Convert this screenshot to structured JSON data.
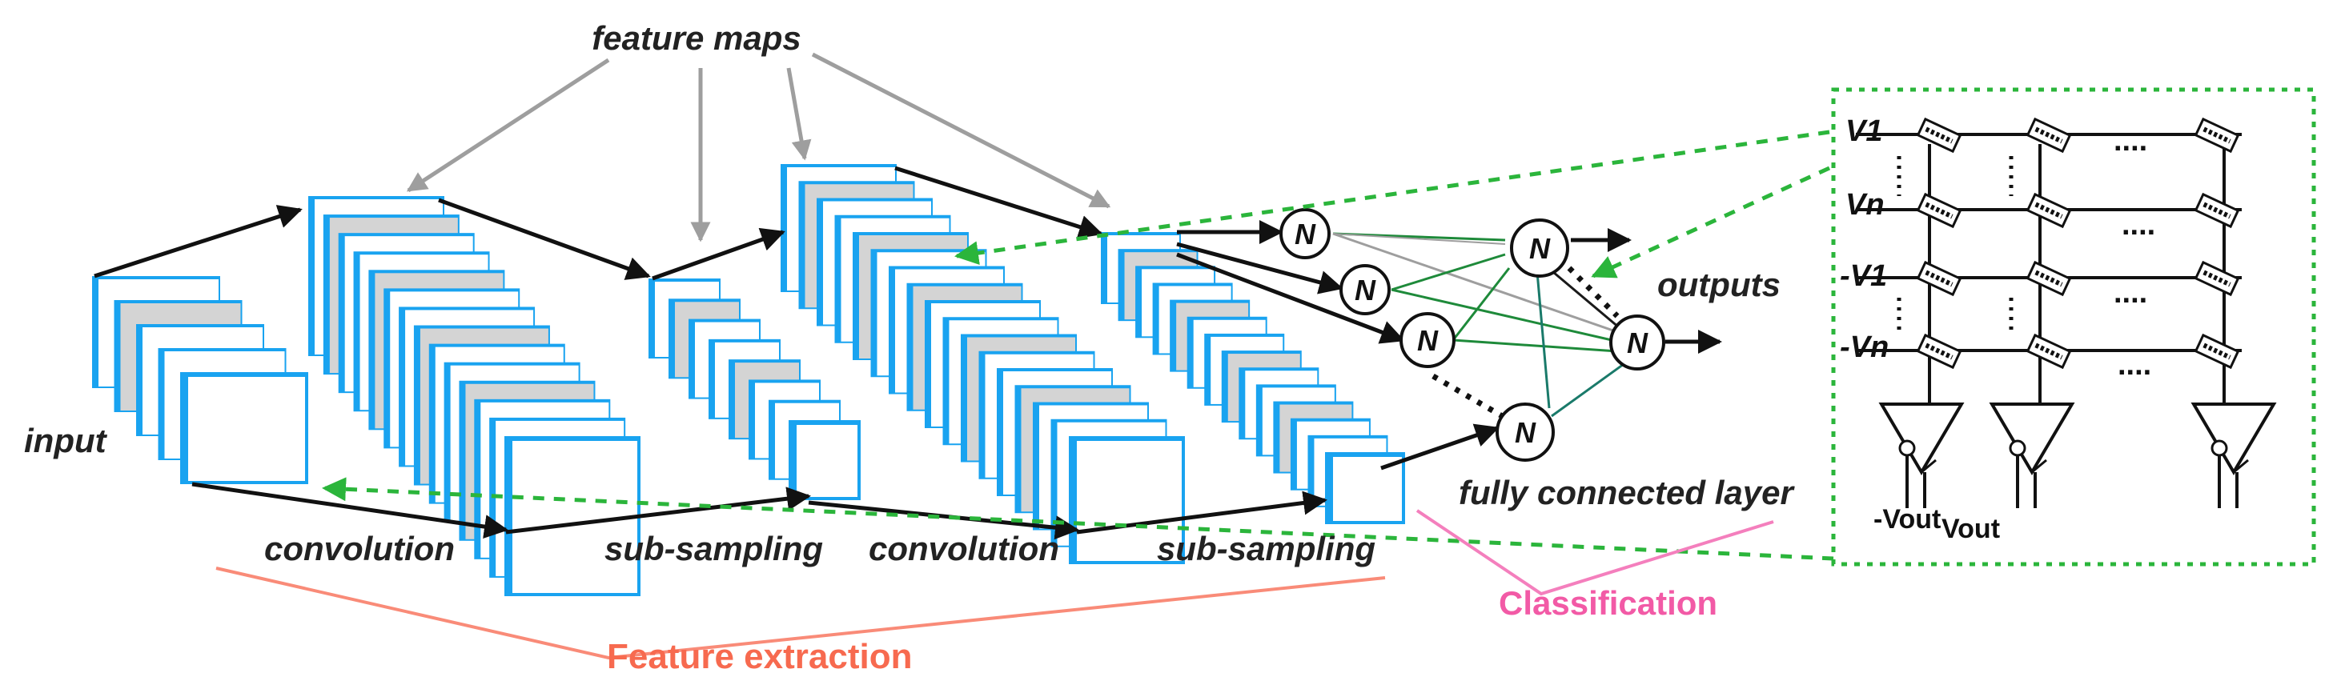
{
  "labels": {
    "feature_maps": "feature maps",
    "input": "input",
    "convolution_1": "convolution",
    "sub_sampling_1": "sub-sampling",
    "convolution_2": "convolution",
    "sub_sampling_2": "sub-sampling",
    "outputs": "outputs",
    "fully_connected_layer": "fully connected layer",
    "classification": "Classification",
    "feature_extraction": "Feature extraction"
  },
  "neuron_label": "N",
  "crossbar": {
    "row_labels": [
      "V1",
      "Vn",
      "-V1",
      "-Vn"
    ],
    "output_neg": "-Vout",
    "output_pos": "Vout",
    "ellipsis": "...."
  },
  "colors": {
    "map_blue": "#19a3f0",
    "map_gray": "#d4d4d4",
    "connection_green": "#19a83a",
    "dashed_green": "#2bb53b",
    "feature_extraction_line": "#f98b78",
    "classification_line": "#f47fbd"
  }
}
